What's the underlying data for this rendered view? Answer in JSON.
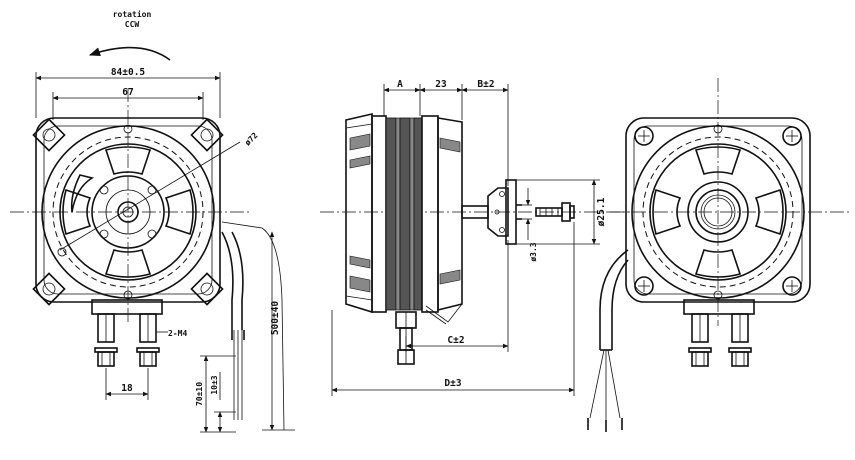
{
  "annotations": {
    "rotation_line1": "rotation",
    "rotation_line2": "CCW",
    "width_overall": "84±0.5",
    "width_mount": "67",
    "diameter_bolt_circle": "ø72",
    "thread": "2-M4",
    "hole_spacing": "18",
    "cable_length": "500±40",
    "lead_length": "70±10",
    "strip_length": "10±3",
    "dim_a": "A",
    "dim_23": "23",
    "dim_b": "B±2",
    "dim_c": "C±2",
    "dim_d": "D±3",
    "shaft_diameter": "ø25.1",
    "shaft_small": "ø3.3"
  }
}
